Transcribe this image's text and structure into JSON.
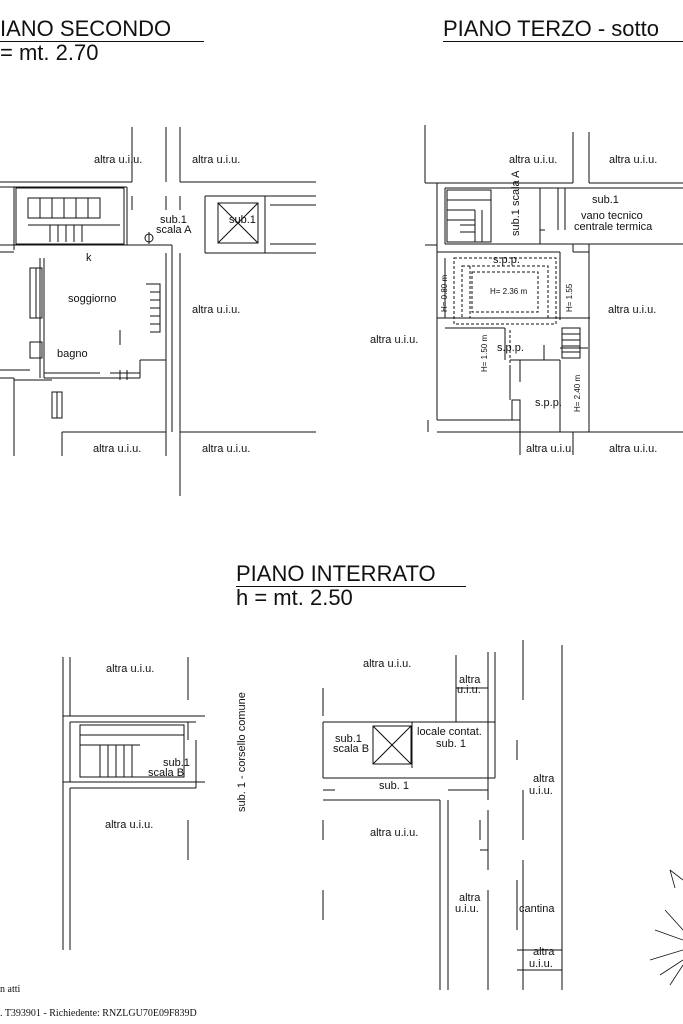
{
  "titles": {
    "piano_secondo": "IANO SECONDO",
    "piano_secondo_h": "= mt. 2.70",
    "piano_terzo": "PIANO TERZO - sotto",
    "piano_interrato": "PIANO INTERRATO",
    "piano_interrato_h": "h = mt. 2.50"
  },
  "secondo": {
    "altra_uiu": "altra u.i.u.",
    "sub1": "sub.1",
    "scala_a": "scala A",
    "sub1_box": "sub.1",
    "k": "k",
    "soggiorno": "soggiorno",
    "bagno": "bagno"
  },
  "terzo": {
    "altra_uiu": "altra u.i.u.",
    "sub1_scala_a": "sub.1 scala A",
    "sub1": "sub.1",
    "vano_tecnico": "vano tecnico",
    "centrale_termica": "centrale termica",
    "spp": "s.p.p.",
    "h236": "H= 2.36 m",
    "h080": "H= 0.80 m",
    "h155": "H= 1.55",
    "h150": "H= 1.50 m",
    "h240": "H= 2.40 m"
  },
  "interrato": {
    "altra_uiu": "altra u.i.u.",
    "sub1": "sub.1",
    "scala_b": "scala B",
    "corsello": "sub. 1 - corsello comune",
    "altra": "altra",
    "uiu": "u.i.u.",
    "locale_contat": "locale contat.",
    "sub_1": "sub. 1",
    "cantina": "cantina"
  },
  "footer": {
    "atti": "n atti",
    "richiedente": ". T393901 - Richiedente: RNZLGU70E09F839D"
  }
}
